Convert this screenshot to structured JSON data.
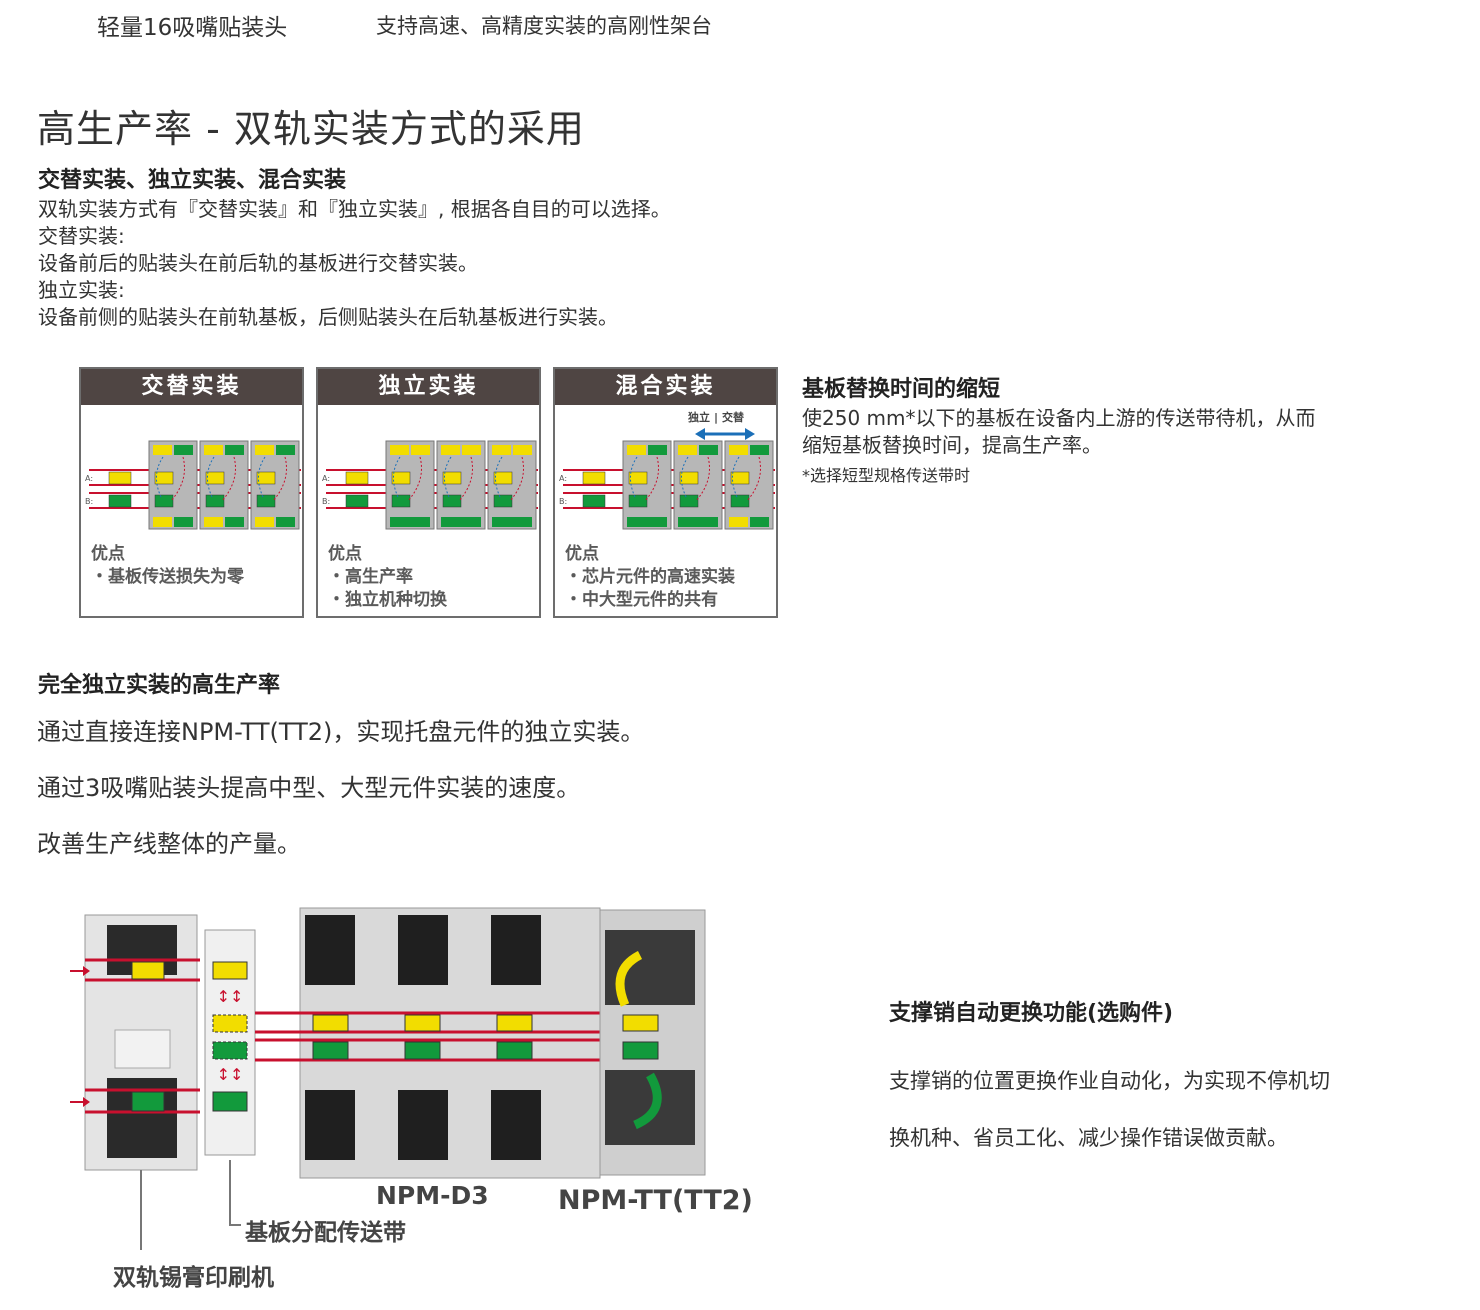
{
  "top_left": "轻量16吸嘴贴装头",
  "top_right": "支持高速、高精度实装的高刚性架台",
  "section_title": "高生产率 - 双轨实装方式的采用",
  "mode_heading": "交替实装、独立实装、混合实装",
  "mode_lines": [
    "双轨实装方式有『交替实装』和『独立实装』, 根据各自目的可以选择。",
    "交替实装:",
    "设备前后的贴装头在前后轨的基板进行交替实装。",
    "独立实装:",
    "设备前侧的贴装头在前轨基板，后侧贴装头在后轨基板进行实装。"
  ],
  "panels": [
    {
      "title": "交替实装",
      "notes": [
        "优点",
        "・基板传送损失为零"
      ]
    },
    {
      "title": "独立实装",
      "notes": [
        "优点",
        "・高生产率",
        "・独立机种切换"
      ]
    },
    {
      "title": "混合实装",
      "notes": [
        "优点",
        "・芯片元件的高速实装",
        "・中大型元件的共有"
      ],
      "switch_labels": [
        "独立",
        "交替"
      ]
    }
  ],
  "rail_labels": {
    "a": "A:",
    "b": "B:"
  },
  "side_heading": "基板替换时间的缩短",
  "side_lines": [
    "使250 mm*以下的基板在设备内上游的传送带待机，从而",
    "缩短基板替换时间，提高生产率。"
  ],
  "side_note": "*选择短型规格传送带时",
  "indep_heading": "完全独立实装的高生产率",
  "indep_lines": [
    "通过直接连接NPM-TT(TT2)，实现托盘元件的独立实装。",
    "通过3吸嘴贴装头提高中型、大型元件实装的速度。",
    "改善生产线整体的产量。"
  ],
  "machine_labels": {
    "npm_d3": "NPM-D3",
    "npm_tt": "NPM-TT(TT2)",
    "conveyor": "基板分配传送带",
    "printer": "双轨锡膏印刷机"
  },
  "support_heading": "支撑销自动更换功能(选购件)",
  "support_lines": [
    "支撑销的位置更换作业自动化，为实现不停机切",
    "换机种、省员工化、减少操作错误做贡献。"
  ],
  "colors": {
    "yellow": "#f2dd00",
    "green": "#129a3c",
    "red": "#c8102e",
    "header": "#4f4543",
    "blue": "#1b6fb8"
  }
}
